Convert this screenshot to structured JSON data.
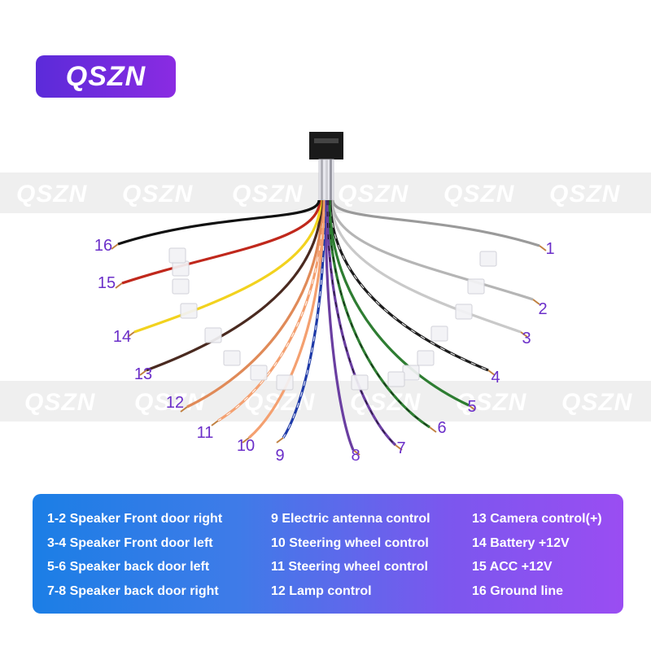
{
  "brand": {
    "name": "QSZN",
    "color": "#7b2fe0"
  },
  "watermark": {
    "text": "QSZN"
  },
  "wire_numbers": [
    "1",
    "2",
    "3",
    "4",
    "5",
    "6",
    "7",
    "8",
    "9",
    "10",
    "11",
    "12",
    "13",
    "14",
    "15",
    "16"
  ],
  "legend": {
    "col1": [
      "1-2 Speaker Front door right",
      "3-4 Speaker Front door left",
      "5-6 Speaker back door left",
      "7-8 Speaker back door right"
    ],
    "col2": [
      "9 Electric antenna control",
      "10 Steering wheel control",
      "11 Steering wheel control",
      "12  Lamp control"
    ],
    "col3": [
      "13 Camera control(+)",
      "14 Battery +12V",
      "15 ACC +12V",
      "16 Ground line"
    ]
  },
  "colors": {
    "accent": "#6b2fc9",
    "legend_start": "#1b7ee6",
    "legend_end": "#9a4df2"
  }
}
